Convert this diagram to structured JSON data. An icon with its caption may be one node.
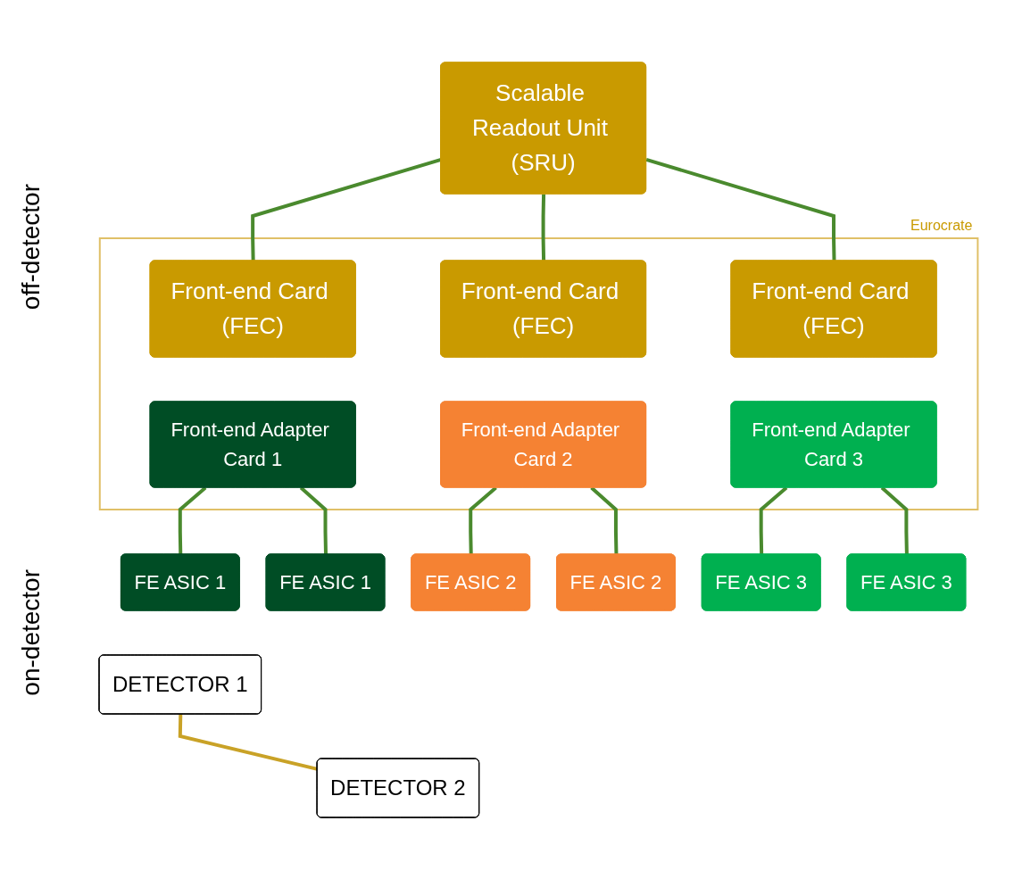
{
  "diagram": {
    "nodes": [
      {
        "text": [
          "Scalable Readout Unit (SRU)"
        ]
      },
      {
        "text": [
          "Eurocrate"
        ]
      },
      {
        "text": [
          "Front-end Card (FEC)"
        ],
        "in": 1
      },
      {
        "text": [
          "Front-end Card (FEC)"
        ],
        "in": 1
      },
      {
        "text": [
          "Front-end Card (FEC)"
        ],
        "in": 1
      },
      {
        "text": [
          "Front-end Adapter Card 1"
        ],
        "in": 1
      },
      {
        "text": [
          "Front-end Adapter Card 2"
        ],
        "in": 1
      },
      {
        "text": [
          "Front-end Adapter Card 3"
        ],
        "in": 1
      },
      {
        "text": [
          "FE ASIC 1"
        ]
      },
      {
        "text": [
          "FE ASIC 1"
        ]
      },
      {
        "text": [
          "FE ASIC 2"
        ]
      },
      {
        "text": [
          "FE ASIC 2"
        ]
      },
      {
        "text": [
          "FE ASIC 3"
        ]
      },
      {
        "text": [
          "FE ASIC 3"
        ]
      },
      {
        "text": [
          "DETECTOR 1"
        ]
      },
      {
        "text": [
          "DETECTOR 2"
        ]
      }
    ],
    "edges": [
      {
        "from": 0,
        "to": 2,
        "arrow": "none"
      },
      {
        "from": 0,
        "to": 3,
        "arrow": "none"
      },
      {
        "from": 0,
        "to": 4,
        "arrow": "none"
      },
      {
        "from": 5,
        "to": 8,
        "arrow": "none"
      },
      {
        "from": 5,
        "to": 9,
        "arrow": "none"
      },
      {
        "from": 6,
        "to": 10,
        "arrow": "none"
      },
      {
        "from": 6,
        "to": 11,
        "arrow": "none"
      },
      {
        "from": 7,
        "to": 12,
        "arrow": "none"
      },
      {
        "from": 7,
        "to": 13,
        "arrow": "none"
      },
      {
        "from": 14,
        "to": 15,
        "arrow": "none",
        "color": "#c9a227"
      }
    ],
    "labels": [
      "off-detector",
      "on-detector"
    ]
  }
}
